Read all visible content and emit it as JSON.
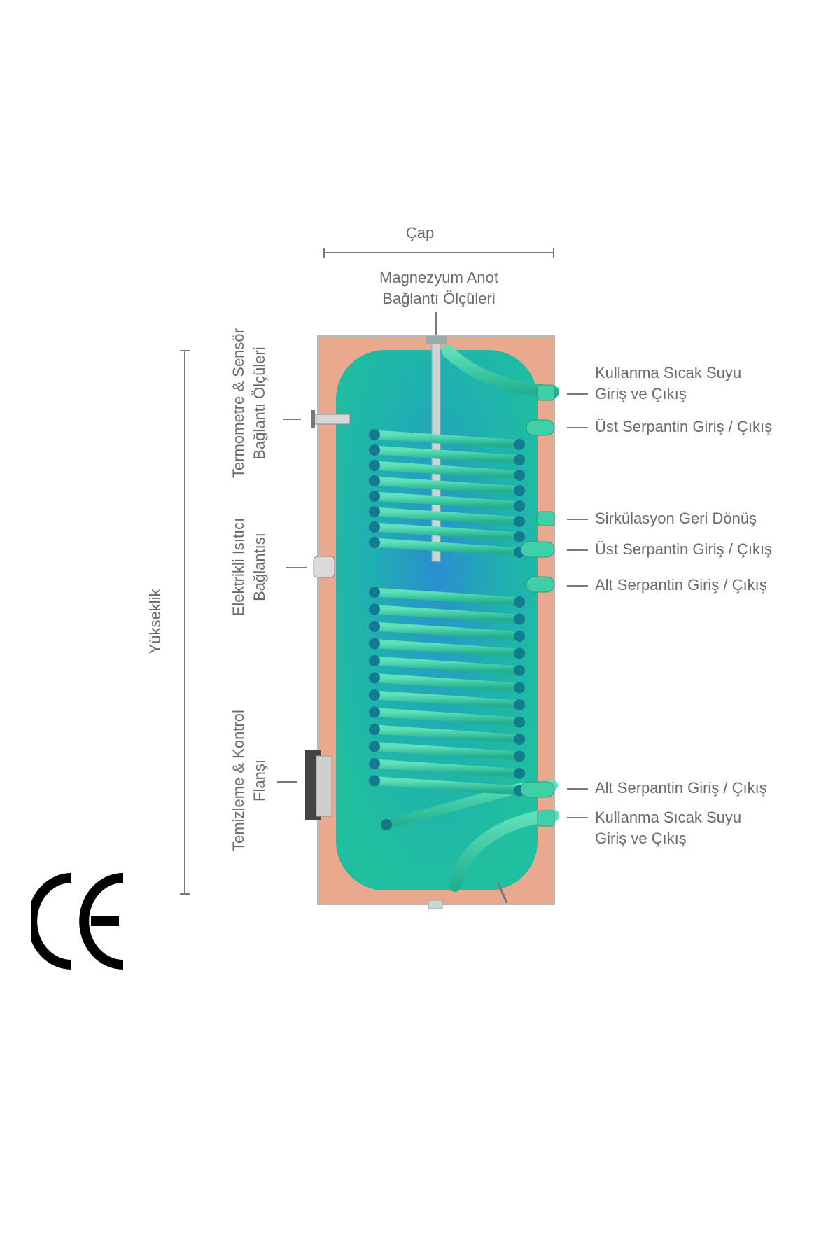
{
  "diameter_label": "Çap",
  "anode_label": [
    "Magnezyum Anot",
    "Bağlantı Ölçüleri"
  ],
  "height_label": "Yükseklik",
  "left_labels": {
    "thermometer": [
      "Termometre & Sensör",
      "Bağlantı Ölçüleri"
    ],
    "heater": [
      "Elektrikli Isıtıcı",
      "Bağlantısı"
    ],
    "flange": [
      "Temizleme & Kontrol",
      "Flanşı"
    ]
  },
  "right_labels": {
    "hot_water_top": [
      "Kullanma Sıcak Suyu",
      "Giriş ve Çıkış"
    ],
    "upper_coil_1": "Üst Serpantin Giriş / Çıkış",
    "circulation": "Sirkülasyon Geri Dönüş",
    "upper_coil_2": "Üst Serpantin Giriş / Çıkış",
    "lower_coil_1": "Alt Serpantin Giriş / Çıkış",
    "lower_coil_2": "Alt Serpantin Giriş / Çıkış",
    "hot_water_bottom": [
      "Kullanma Sıcak Suyu",
      "Giriş ve Çıkış"
    ]
  },
  "ce_mark": "CE",
  "colors": {
    "casing": "#e9a98f",
    "tank": "#1fb3a6",
    "tank_center": "#2a8fd0",
    "coil": "#3fd0a8",
    "line": "#7a7a7a",
    "text": "#6a6a6a"
  }
}
